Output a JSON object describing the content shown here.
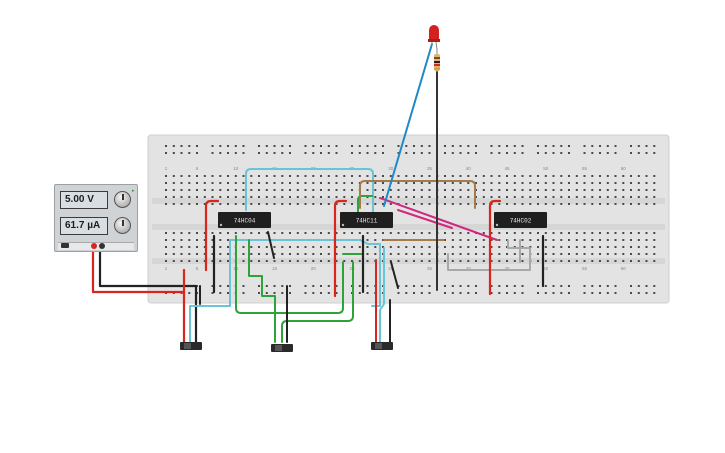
{
  "psu": {
    "voltage": "5.00 V",
    "current": "61.7 µA"
  },
  "chips": [
    {
      "label": "74HC04"
    },
    {
      "label": "74HC11"
    },
    {
      "label": "74HC02"
    }
  ],
  "board": {
    "column_numbers": [
      "1",
      "5",
      "10",
      "15",
      "20",
      "25",
      "30",
      "35",
      "40",
      "45",
      "50",
      "55",
      "60"
    ]
  },
  "colors": {
    "wire_red": "#d9261c",
    "wire_black": "#222222",
    "wire_cyan": "#69c4d8",
    "wire_green": "#2ea33a",
    "wire_brown": "#a57a4a",
    "wire_magenta": "#d2277f",
    "wire_blue": "#1f88c8",
    "wire_gray": "#a8a8a8",
    "led": "#d32020"
  }
}
